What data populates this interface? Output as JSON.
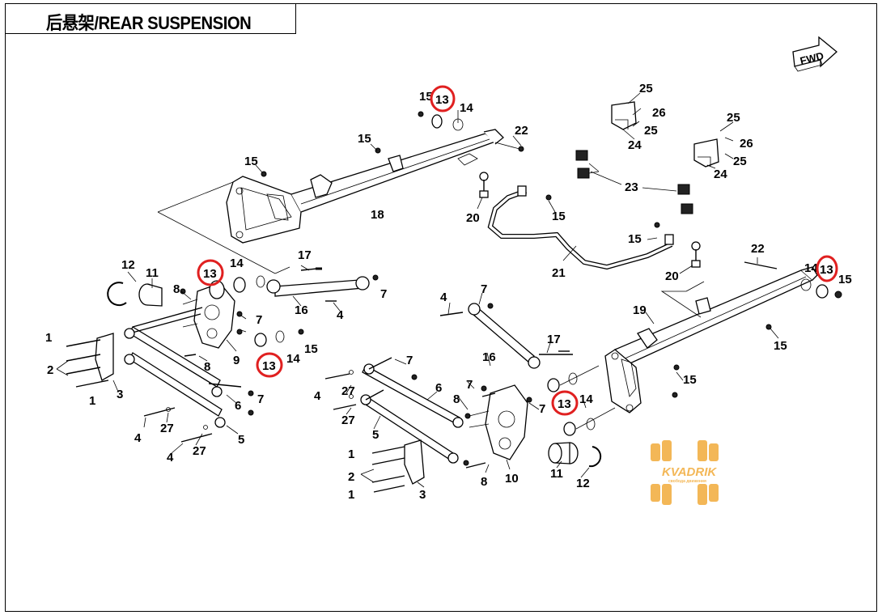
{
  "title": "后悬架/REAR SUSPENSION",
  "fwd_label": "FWD",
  "highlight_color": "#e02020",
  "watermark": {
    "name": "KVADRIK",
    "tagline": "свобода движения",
    "color": "#f0a020"
  },
  "callouts": {
    "c13a": "13",
    "c15a": "15",
    "c14a": "14",
    "c22a": "22",
    "c15b": "15",
    "c15c": "15",
    "c18": "18",
    "c20a": "20",
    "c15d": "15",
    "c25a": "25",
    "c26a": "26",
    "c25b": "25",
    "c24a": "24",
    "c25c": "25",
    "c26b": "26",
    "c25d": "25",
    "c24b": "24",
    "c23": "23",
    "c21": "21",
    "c15e": "15",
    "c20b": "20",
    "c22b": "22",
    "c14b": "14",
    "c13b": "13",
    "c15f": "15",
    "c19": "19",
    "c15g": "15",
    "c15h": "15",
    "c12a": "12",
    "c11a": "11",
    "c13c": "13",
    "c14c": "14",
    "c17a": "17",
    "c8a": "8",
    "c7a": "7",
    "c16a": "16",
    "c7b": "7",
    "c4a": "4",
    "c1a": "1",
    "c2a": "2",
    "c1b": "1",
    "c3a": "3",
    "c9": "9",
    "c13d": "13",
    "c14d": "14",
    "c15i": "15",
    "c8b": "8",
    "c6a": "6",
    "c7c": "7",
    "c5a": "5",
    "c27a": "27",
    "c4b": "4",
    "c4c": "4",
    "c27b": "27",
    "c4d": "4",
    "c7d": "7",
    "c16b": "16",
    "c17b": "17",
    "c7e": "7",
    "c4e": "4",
    "c27c": "27",
    "c27d": "27",
    "c6b": "6",
    "c7f": "7",
    "c8c": "8",
    "c13e": "13",
    "c14e": "14",
    "c7g": "7",
    "c5b": "5",
    "c1c": "1",
    "c2b": "2",
    "c1d": "1",
    "c3b": "3",
    "c8d": "8",
    "c10": "10",
    "c11b": "11",
    "c12b": "12"
  }
}
